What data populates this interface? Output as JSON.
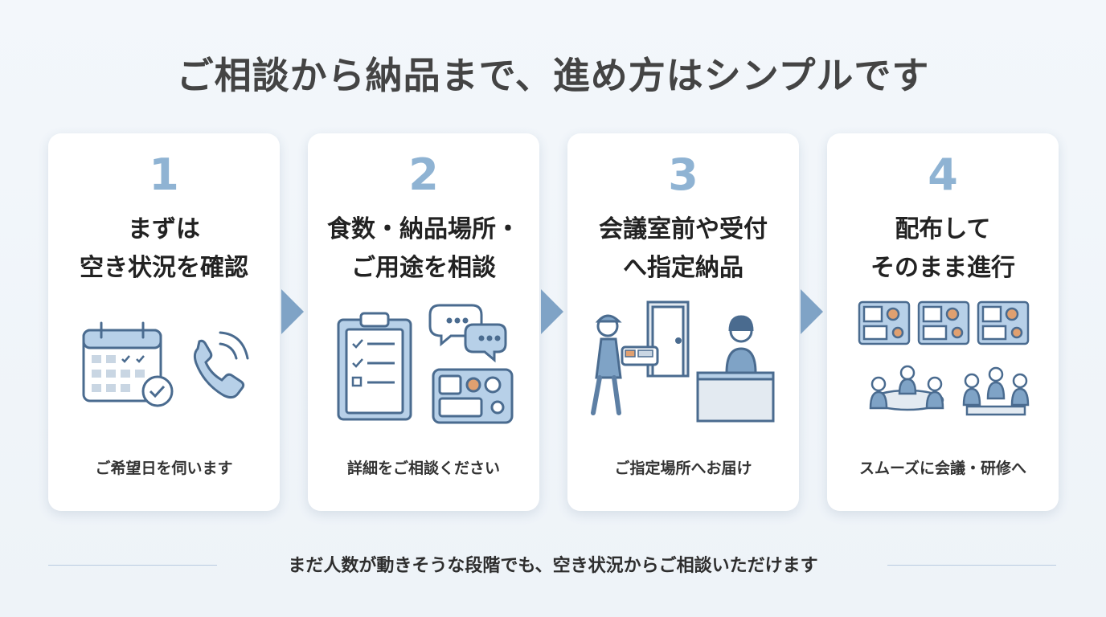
{
  "title": "ご相談から納品まで、進め方はシンプルです",
  "steps": [
    {
      "number": "1",
      "heading_line1": "まずは",
      "heading_line2": "空き状況を確認",
      "caption": "ご希望日を伺います"
    },
    {
      "number": "2",
      "heading_line1": "食数・納品場所・",
      "heading_line2": "ご用途を相談",
      "caption": "詳細をご相談ください"
    },
    {
      "number": "3",
      "heading_line1": "会議室前や受付",
      "heading_line2": "へ指定納品",
      "caption": "ご指定場所へお届け"
    },
    {
      "number": "4",
      "heading_line1": "配布して",
      "heading_line2": "そのまま進行",
      "caption": "スムーズに会議・研修へ"
    }
  ],
  "footer": "まだ人数が動きそうな段階でも、空き状況からご相談いただけます",
  "colors": {
    "accent_blue": "#8fb3d3",
    "icon_stroke": "#4a6b8f",
    "icon_fill": "#cfe0f0",
    "arrow": "#7fa3c6"
  },
  "icons": [
    "calendar-icon",
    "phone-icon",
    "clipboard-icon",
    "chat-bubbles-icon",
    "bento-box-icon",
    "delivery-person-icon",
    "door-icon",
    "receptionist-icon",
    "meeting-table-icon"
  ]
}
